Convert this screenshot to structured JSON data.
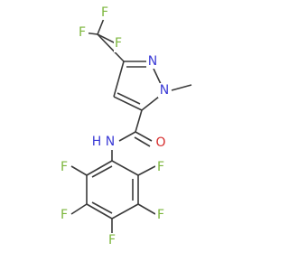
{
  "molecule": {
    "atoms": {
      "f1": "F",
      "f2": "F",
      "f3": "F",
      "n_pyrazole_2": "N",
      "n_pyrazole_1": "N",
      "o_carbonyl": "O",
      "nh": "N",
      "h_amide": "H",
      "f_ring_2": "F",
      "f_ring_3": "F",
      "f_ring_4": "F",
      "f_ring_5": "F",
      "f_ring_6": "F"
    }
  }
}
